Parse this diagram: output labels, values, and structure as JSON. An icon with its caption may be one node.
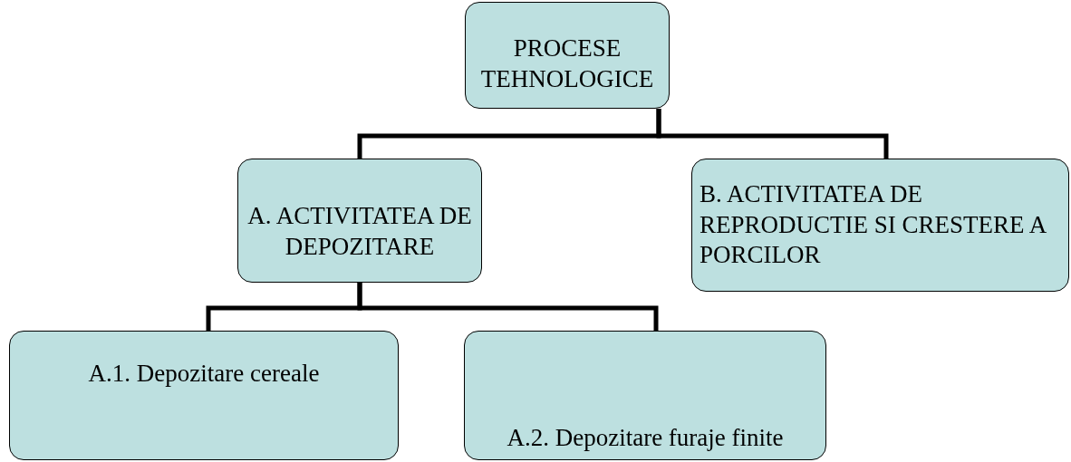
{
  "diagram": {
    "nodes": [
      {
        "text": [
          "PROCESE TEHNOLOGICE"
        ]
      },
      {
        "text": [
          "A. ACTIVITATEA DE DEPOZITARE"
        ]
      },
      {
        "text": [
          "B. ACTIVITATEA DE REPRODUCTIE SI CRESTERE A PORCILOR"
        ]
      },
      {
        "text": [
          "A.1. Depozitare cereale"
        ]
      },
      {
        "text": [
          "A.2. Depozitare furaje finite"
        ]
      }
    ],
    "edges": [
      {
        "from": 0,
        "to": 1,
        "arrow": "none"
      },
      {
        "from": 0,
        "to": 2,
        "arrow": "none"
      },
      {
        "from": 1,
        "to": 3,
        "arrow": "none"
      },
      {
        "from": 1,
        "to": 4,
        "arrow": "none"
      }
    ]
  }
}
